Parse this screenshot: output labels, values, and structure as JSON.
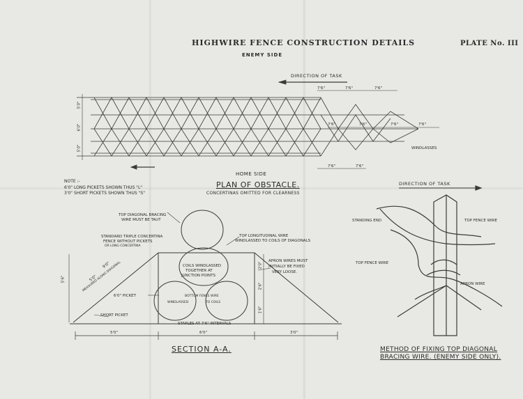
{
  "header": {
    "title": "HIGHWIRE FENCE CONSTRUCTION DETAILS",
    "plate": "PLATE No. III"
  },
  "plan": {
    "enemy_side": "ENEMY SIDE",
    "direction": "DIRECTION OF TASK",
    "home_side": "HOME SIDE",
    "title": "PLAN OF OBSTACLE.",
    "subtitle": "CONCERTINAS OMITTED FOR CLEARNESS",
    "windlasses": "WINDLASSES",
    "dims_top": [
      "7'6\"",
      "7'6\"",
      "7'6\""
    ],
    "dims_mid": [
      "7'6\"",
      "7'6\"",
      "7'6\"",
      "7'6\""
    ],
    "dims_bottom": [
      "7'6\"",
      "7'6\""
    ],
    "dims_side": [
      "5'0\"",
      "6'0\"",
      "5'0\""
    ]
  },
  "note": {
    "heading": "NOTE :-",
    "line1": "6'0\" LONG PICKETS SHOWN THUS \"L\"",
    "line2": "3'0\" SHORT PICKETS SHOWN THUS \"S\""
  },
  "section": {
    "title": "SECTION A-A.",
    "top_diag": "TOP DIAGONAL BRACING",
    "top_diag2": "WIRE MUST BE TAUT",
    "standard": "STANDARD TRIPLE CONCERTINA",
    "standard2": "FENCE WITHOUT PICKETS",
    "standard3": "OR LONG CONCERTINA",
    "top_long": "TOP LONGITUDINAL WIRE",
    "top_long2": "WINDLASSED TO COILS OF DIAGONALS",
    "coils1": "COILS WINDLASSED",
    "coils2": "TOGETHER AT",
    "coils3": "JUNCTION POINTS",
    "apron1": "APRON WIRES MUST",
    "apron2": "INITIALLY BE FIXED",
    "apron3": "VERY LOOSE.",
    "picket": "6'0\" PICKET",
    "short_picket": "SHORT PICKET",
    "bottom_fence": "BOTTOM FENCE WIRE",
    "windlassed": "WINDLASSED",
    "to_coils": "TO COILS",
    "staples": "STAPLES AT 7'6\" INTERVALS",
    "along_diag": "MEASURED ALONG DIAGONAL",
    "dim_9": "9'0\"",
    "dim_50a": "5'0\"",
    "dim_50": "5'0\"",
    "dim_60": "6'0\"",
    "dim_30": "3'0\"",
    "h_56": "5'6\"",
    "h_20": "2'0\"",
    "h_26": "2'6\"",
    "h_16": "1'6\""
  },
  "method": {
    "direction": "DIRECTION OF TASK",
    "standing_end": "STANDING END",
    "top_fence_wire_r": "TOP FENCE WIRE",
    "top_fence_wire_l": "TOP FENCE WIRE",
    "apron_wire": "APRON WIRE",
    "title1": "METHOD OF FIXING TOP DIAGONAL",
    "title2": "BRACING WIRE. (ENEMY SIDE ONLY)."
  }
}
